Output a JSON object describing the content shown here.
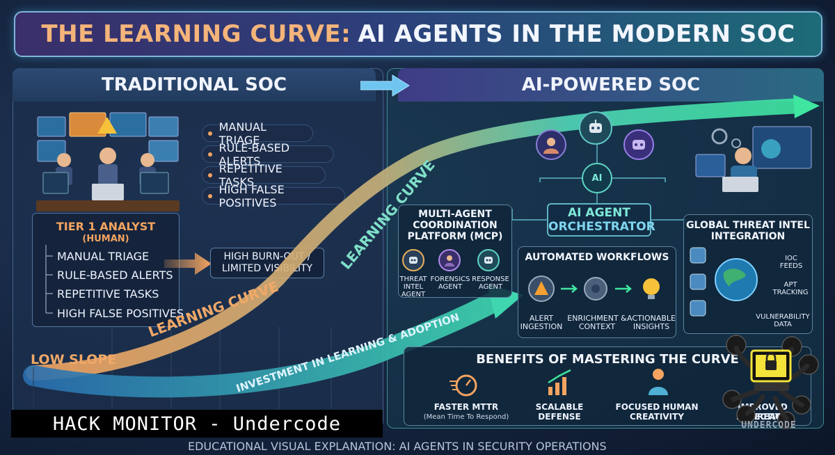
{
  "title": {
    "part1": "THE LEARNING CURVE:",
    "part2": "AI AGENTS IN THE MODERN SOC"
  },
  "traditional": {
    "heading": "TRADITIONAL SOC",
    "bullets": [
      "MANUAL TRIAGE",
      "RULE-BASED ALERTS",
      "REPETITIVE TASKS",
      "HIGH FALSE POSITIVES"
    ],
    "tier_title": "TIER 1 ANALYST",
    "tier_sub": "(HUMAN)",
    "tier_items": [
      "MANUAL TRIAGE",
      "RULE-BASED ALERTS",
      "REPETITIVE TASKS",
      "HIGH FALSE POSITIVES"
    ],
    "burnout_line1": "HIGH BURN-OUT /",
    "burnout_line2": "LIMITED VISIBILITY"
  },
  "ai_soc": {
    "heading": "AI-POWERED SOC",
    "orchestrator_line1": "AI AGENT",
    "orchestrator_line2": "ORCHESTRATOR",
    "ai_chip": "AI",
    "mcp": {
      "title_line1": "MULTI-AGENT",
      "title_line2": "COORDINATION",
      "title_line3": "PLATFORM (MCP)",
      "agents": [
        {
          "line1": "THREAT",
          "line2": "INTEL",
          "line3": "AGENT"
        },
        {
          "line1": "FORENSICS",
          "line2": "AGENT",
          "line3": ""
        },
        {
          "line1": "RESPONSE",
          "line2": "AGENT",
          "line3": ""
        }
      ]
    },
    "workflows": {
      "title": "AUTOMATED WORKFLOWS",
      "steps": [
        {
          "line1": "ALERT",
          "line2": "INGESTION"
        },
        {
          "line1": "ENRICHMENT &",
          "line2": "CONTEXT"
        },
        {
          "line1": "ACTIONABLE",
          "line2": "INSIGHTS"
        }
      ]
    },
    "intel": {
      "title_line1": "GLOBAL THREAT INTEL",
      "title_line2": "INTEGRATION",
      "feeds": [
        {
          "line1": "IOC",
          "line2": "FEEDS"
        },
        {
          "line1": "APT",
          "line2": "TRACKING"
        },
        {
          "line1": "VULNERABILITY",
          "line2": "DATA"
        }
      ]
    }
  },
  "curve": {
    "low_slope": "LOW SLOPE",
    "label_lower": "LEARNING CURVE",
    "label_upper": "LEARNING CURVE",
    "investment": "INVESTMENT IN LEARNING & ADOPTION"
  },
  "benefits": {
    "title": "BENEFITS OF MASTERING THE CURVE",
    "items": [
      {
        "line1": "FASTER MTTR",
        "line2": "(Mean Time To Respond)"
      },
      {
        "line1": "SCALABLE",
        "line2": "DEFENSE"
      },
      {
        "line1": "FOCUSED HUMAN",
        "line2": "CREATIVITY"
      },
      {
        "line1": "IMPROVED THREAT",
        "line2": "DETECTION"
      }
    ]
  },
  "watermark": {
    "banner": "HACK MONITOR - Undercode",
    "logo": "UNDERCODE"
  },
  "footer": "EDUCATIONAL VISUAL EXPLANATION: AI AGENTS IN SECURITY OPERATIONS",
  "colors": {
    "accent_orange": "#f4a460",
    "accent_teal": "#4fd6b8",
    "accent_cyan": "#5fb5c5"
  }
}
